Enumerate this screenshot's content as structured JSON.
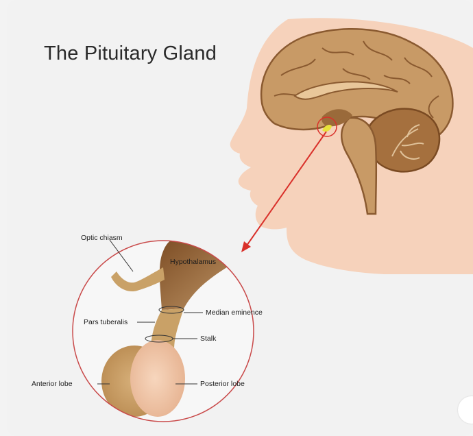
{
  "title": "The Pituitary Gland",
  "labels": {
    "optic_chiasm": "Optic chiasm",
    "hypothalamus": "Hypothalamus",
    "median_eminence": "Median eminence",
    "pars_tuberalis": "Pars tuberalis",
    "stalk": "Stalk",
    "anterior_lobe": "Anterior lobe",
    "posterior_lobe": "Posterior lobe"
  },
  "colors": {
    "skin": "#f6d2bb",
    "brain": "#c89a66",
    "brain_dark": "#8a5a30",
    "pointer": "#d9302a",
    "circle": "#c94a4a",
    "gland_highlight": "#e8e23a",
    "anterior": "#c9a167",
    "posterior": "#f3c9a8",
    "background": "#f2f2f2"
  }
}
